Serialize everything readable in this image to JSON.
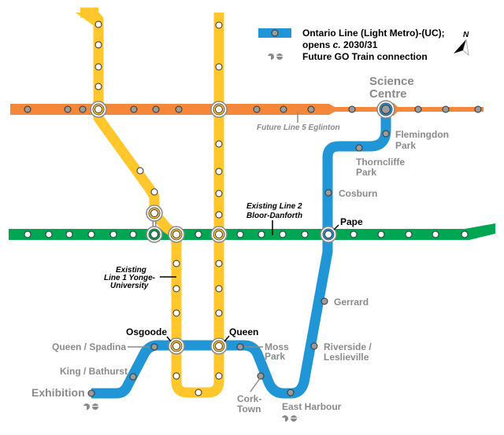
{
  "legend": {
    "ontario_line_label_1": "Ontario Line (Light Metro)-(UC);",
    "ontario_line_label_2_prefix": "opens ",
    "ontario_line_label_2_italic": "c.",
    "ontario_line_label_2_suffix": " 2030/31",
    "go_label": "Future GO Train connection",
    "go_icon": "go-transit-icon"
  },
  "compass": {
    "label": "N",
    "icon": "north-arrow-icon"
  },
  "colors": {
    "ontario_line": "#2196d6",
    "line1_yonge_university": "#ffc72c",
    "line2_bloor_danforth": "#00a651",
    "line5_eglinton": "#f5873a",
    "station_gray": "#9b9b9b",
    "label_gray": "#8a8a8a"
  },
  "line_labels": {
    "eglinton": "Future Line 5 Eglinton",
    "bloor_1": "Existing Line 2",
    "bloor_2": "Bloor-Danforth",
    "yonge_1": "Existing",
    "yonge_2": "Line 1 Yonge-",
    "yonge_3": "University"
  },
  "stations": {
    "science_centre_1": "Science",
    "science_centre_2": "Centre",
    "flemingdon_1": "Flemingdon",
    "flemingdon_2": "Park",
    "thorncliffe_1": "Thorncliffe",
    "thorncliffe_2": "Park",
    "cosburn": "Cosburn",
    "pape": "Pape",
    "gerrard": "Gerrard",
    "riverside_1": "Riverside /",
    "riverside_2": "Leslieville",
    "east_harbour": "East Harbour",
    "corktown_1": "Cork-",
    "corktown_2": "Town",
    "moss_park_1": "Moss",
    "moss_park_2": "Park",
    "queen": "Queen",
    "osgoode": "Osgoode",
    "queen_spadina": "Queen / Spadina",
    "king_bathurst": "King / Bathurst",
    "exhibition": "Exhibition"
  }
}
